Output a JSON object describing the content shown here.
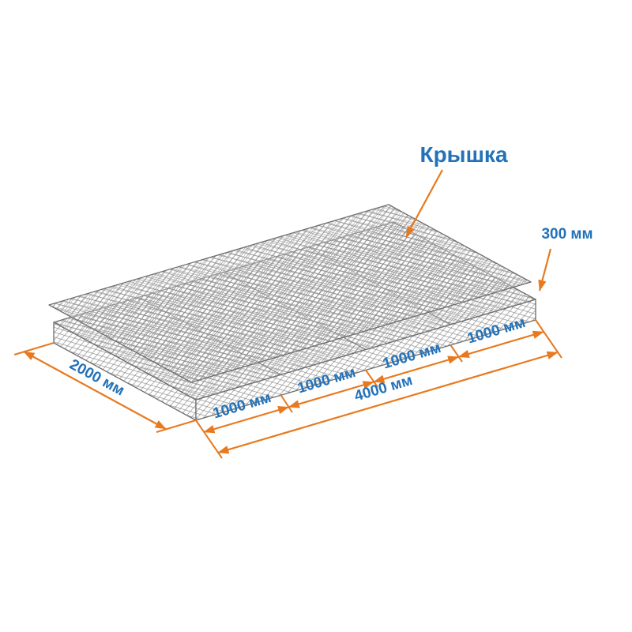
{
  "diagram": {
    "cover_label": "Крышка",
    "height_label": "300 мм",
    "width_label": "2000 мм",
    "length_total_label": "4000 мм",
    "section_labels": [
      "1000 мм",
      "1000 мм",
      "1000 мм",
      "1000 мм"
    ],
    "colors": {
      "dimension_orange": "#E8791E",
      "label_blue": "#2372B9",
      "mesh_gray": "#8A8A8A",
      "edge_gray": "#6E6E6E",
      "background": "#FFFFFF"
    }
  }
}
